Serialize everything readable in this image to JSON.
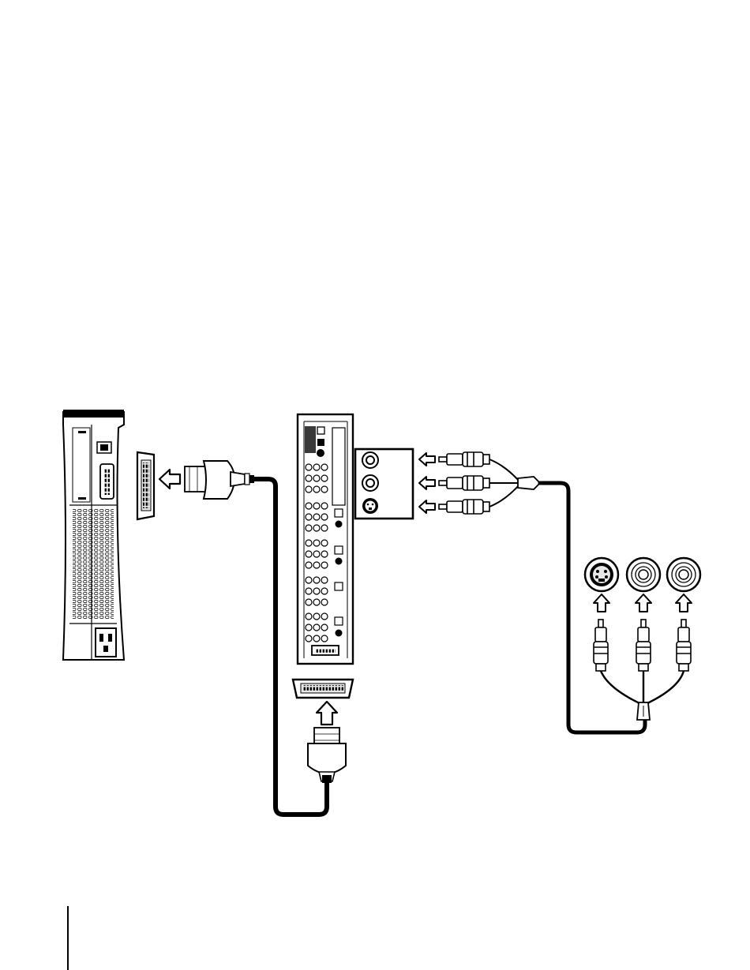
{
  "diagram": {
    "colors": {
      "ink": "#000000",
      "paper": "#ffffff",
      "shade": "#e6e6e6",
      "dark": "#3a3a3a"
    },
    "components": [
      {
        "name": "game-console-rear-panel",
        "icon": "console-icon"
      },
      {
        "name": "console-av-port",
        "icon": "multi-pin-port-icon"
      },
      {
        "name": "console-av-plug",
        "icon": "av-plug-icon"
      },
      {
        "name": "av-receiver-rear-panel",
        "icon": "receiver-icon"
      },
      {
        "name": "receiver-video-input-panel",
        "icon": "jack-panel-icon"
      },
      {
        "name": "receiver-av-connector",
        "icon": "multi-pin-port-icon"
      },
      {
        "name": "tv-inputs",
        "icon": "s-video-and-rca-jack-icon"
      },
      {
        "name": "rca-plug-set",
        "icon": "rca-plug-icon"
      },
      {
        "name": "cable-splitter",
        "icon": "splitter-icon"
      }
    ],
    "arrows": [
      "left",
      "left",
      "left",
      "left",
      "up",
      "up",
      "up",
      "up"
    ]
  }
}
